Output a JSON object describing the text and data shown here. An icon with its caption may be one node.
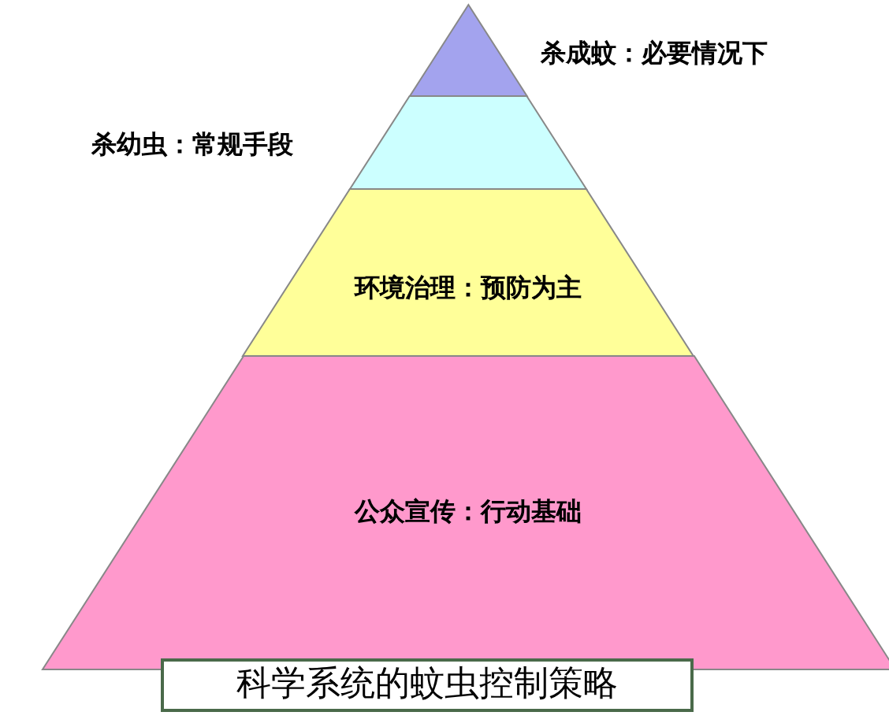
{
  "diagram": {
    "caption": "科学系统的蚊虫控制策略",
    "nodes": [
      {
        "text": [],
        "shape": "triangle"
      },
      {
        "text": [],
        "shape": "band"
      },
      {
        "text": [
          "环境治理：预防为主"
        ]
      },
      {
        "text": [
          "公众宣传：行动基础"
        ]
      }
    ],
    "labels": [
      "杀成蚊：必要情况下",
      "杀幼虫：常规手段"
    ]
  }
}
